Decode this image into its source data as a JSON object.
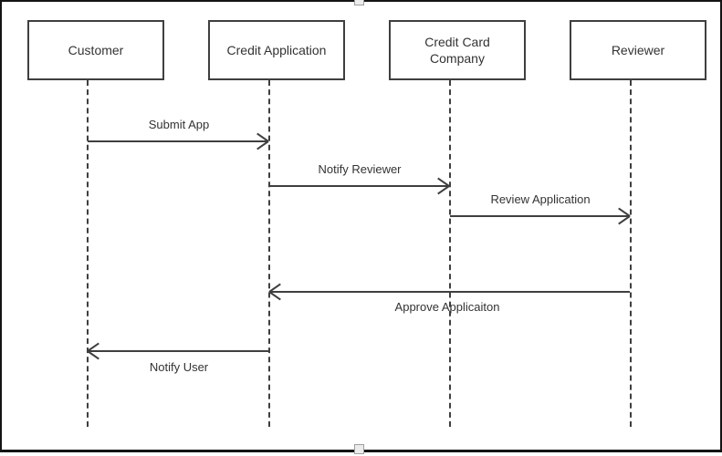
{
  "diagram": {
    "type": "uml-sequence-diagram",
    "actors": [
      {
        "name": "Customer"
      },
      {
        "name": "Credit Application"
      },
      {
        "name": "Credit Card Company"
      },
      {
        "name": "Reviewer"
      }
    ],
    "messages": [
      {
        "label": "Submit App",
        "from": "Customer",
        "to": "Credit Application",
        "direction": "right"
      },
      {
        "label": "Notify Reviewer",
        "from": "Credit Application",
        "to": "Credit Card Company",
        "direction": "right"
      },
      {
        "label": "Review Application",
        "from": "Credit Card Company",
        "to": "Reviewer",
        "direction": "right"
      },
      {
        "label": "Approve Applicaiton",
        "from": "Reviewer",
        "to": "Credit Application",
        "direction": "left"
      },
      {
        "label": "Notify User",
        "from": "Credit Application",
        "to": "Customer",
        "direction": "left"
      }
    ],
    "colors": {
      "line": "#3f3f3f",
      "text": "#333333",
      "frame": "#141414",
      "background": "#ffffff",
      "handle_fill": "#ececec",
      "handle_border": "#9d9d9d"
    }
  }
}
